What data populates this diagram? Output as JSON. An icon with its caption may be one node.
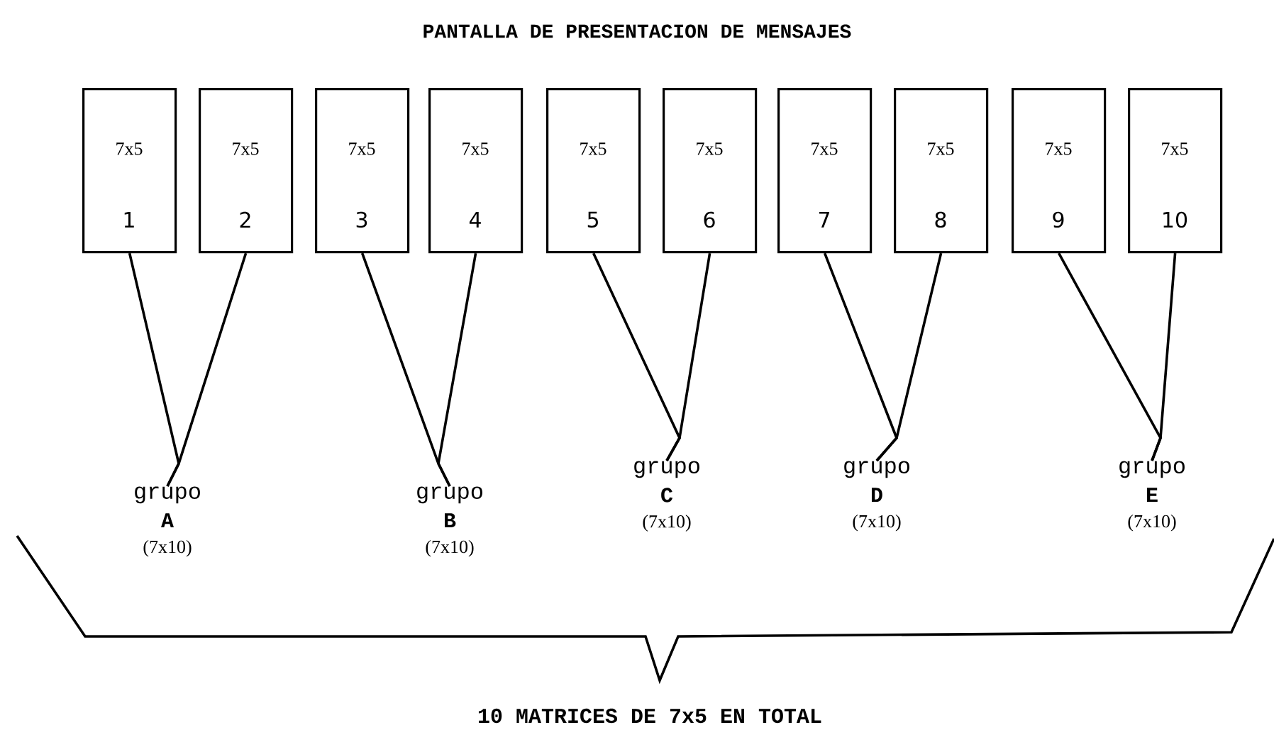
{
  "diagram": {
    "title": "PANTALLA DE PRESENTACION DE MENSAJES",
    "caption": "10 MATRICES DE 7x5 EN TOTAL",
    "nodes": [
      {
        "text": [
          "7x5",
          "1"
        ]
      },
      {
        "text": [
          "7x5",
          "2"
        ]
      },
      {
        "text": [
          "7x5",
          "3"
        ]
      },
      {
        "text": [
          "7x5",
          "4"
        ]
      },
      {
        "text": [
          "7x5",
          "5"
        ]
      },
      {
        "text": [
          "7x5",
          "6"
        ]
      },
      {
        "text": [
          "7x5",
          "7"
        ]
      },
      {
        "text": [
          "7x5",
          "8"
        ]
      },
      {
        "text": [
          "7x5",
          "9"
        ]
      },
      {
        "text": [
          "7x5",
          "10"
        ]
      },
      {
        "text": [
          "grupo",
          "A",
          "(7x10)"
        ]
      },
      {
        "text": [
          "grupo",
          "B",
          "(7x10)"
        ]
      },
      {
        "text": [
          "grupo",
          "C",
          "(7x10)"
        ]
      },
      {
        "text": [
          "grupo",
          "D",
          "(7x10)"
        ]
      },
      {
        "text": [
          "grupo",
          "E",
          "(7x10)"
        ]
      }
    ],
    "edges": [
      {
        "from": 0,
        "to": 10,
        "arrow": "none"
      },
      {
        "from": 1,
        "to": 10,
        "arrow": "none"
      },
      {
        "from": 2,
        "to": 11,
        "arrow": "none"
      },
      {
        "from": 3,
        "to": 11,
        "arrow": "none"
      },
      {
        "from": 4,
        "to": 12,
        "arrow": "none"
      },
      {
        "from": 5,
        "to": 12,
        "arrow": "none"
      },
      {
        "from": 6,
        "to": 13,
        "arrow": "none"
      },
      {
        "from": 7,
        "to": 13,
        "arrow": "none"
      },
      {
        "from": 8,
        "to": 14,
        "arrow": "none"
      },
      {
        "from": 9,
        "to": 14,
        "arrow": "none"
      }
    ]
  }
}
